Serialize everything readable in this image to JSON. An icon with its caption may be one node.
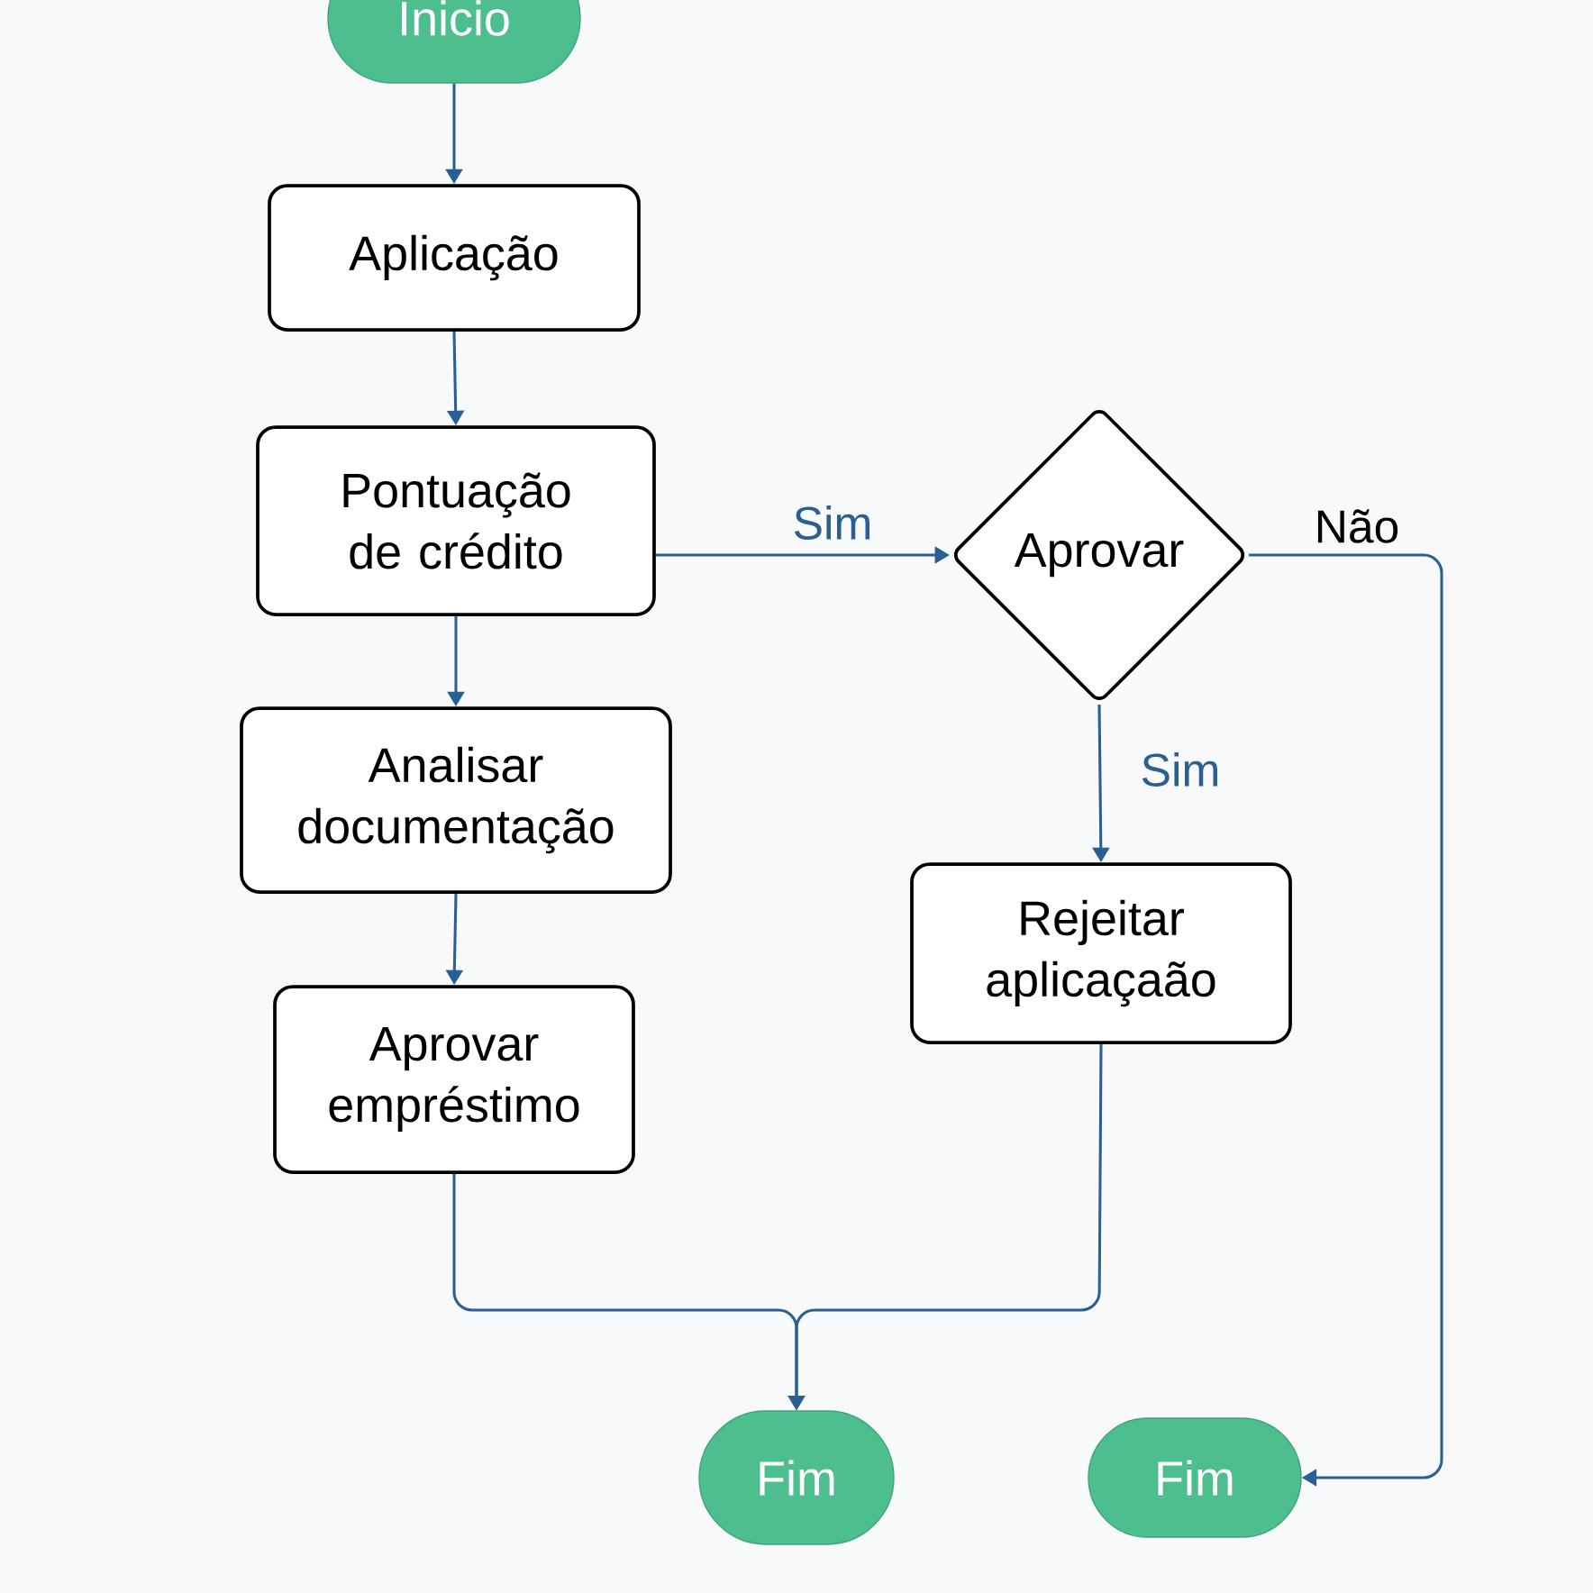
{
  "diagram": {
    "nodes": [
      {
        "text": [
          "Inicio"
        ]
      },
      {
        "text": [
          "Aplicação"
        ]
      },
      {
        "text": [
          "Pontuação de crédito"
        ]
      },
      {
        "text": [
          "Analisar documentação"
        ]
      },
      {
        "text": [
          "Aprovar empréstimo"
        ]
      },
      {
        "text": [
          "Aprovar"
        ]
      },
      {
        "text": [
          "Rejeitar aplicaçaão"
        ]
      },
      {
        "text": [
          "Fim"
        ]
      },
      {
        "text": [
          "Fim"
        ]
      }
    ],
    "edges": [
      {
        "from": 0,
        "to": 1,
        "arrow": "to"
      },
      {
        "from": 1,
        "to": 2,
        "arrow": "to"
      },
      {
        "from": 2,
        "to": 3,
        "arrow": "to"
      },
      {
        "from": 3,
        "to": 4,
        "arrow": "to"
      },
      {
        "from": 2,
        "to": 5,
        "arrow": "to",
        "label": "Sim"
      },
      {
        "from": 5,
        "to": 6,
        "arrow": "to",
        "label": "Sim"
      },
      {
        "from": 4,
        "to": 7,
        "arrow": "to"
      },
      {
        "from": 6,
        "to": 7,
        "arrow": "to"
      },
      {
        "from": 5,
        "to": 8,
        "arrow": "to",
        "label": "Não"
      }
    ]
  }
}
